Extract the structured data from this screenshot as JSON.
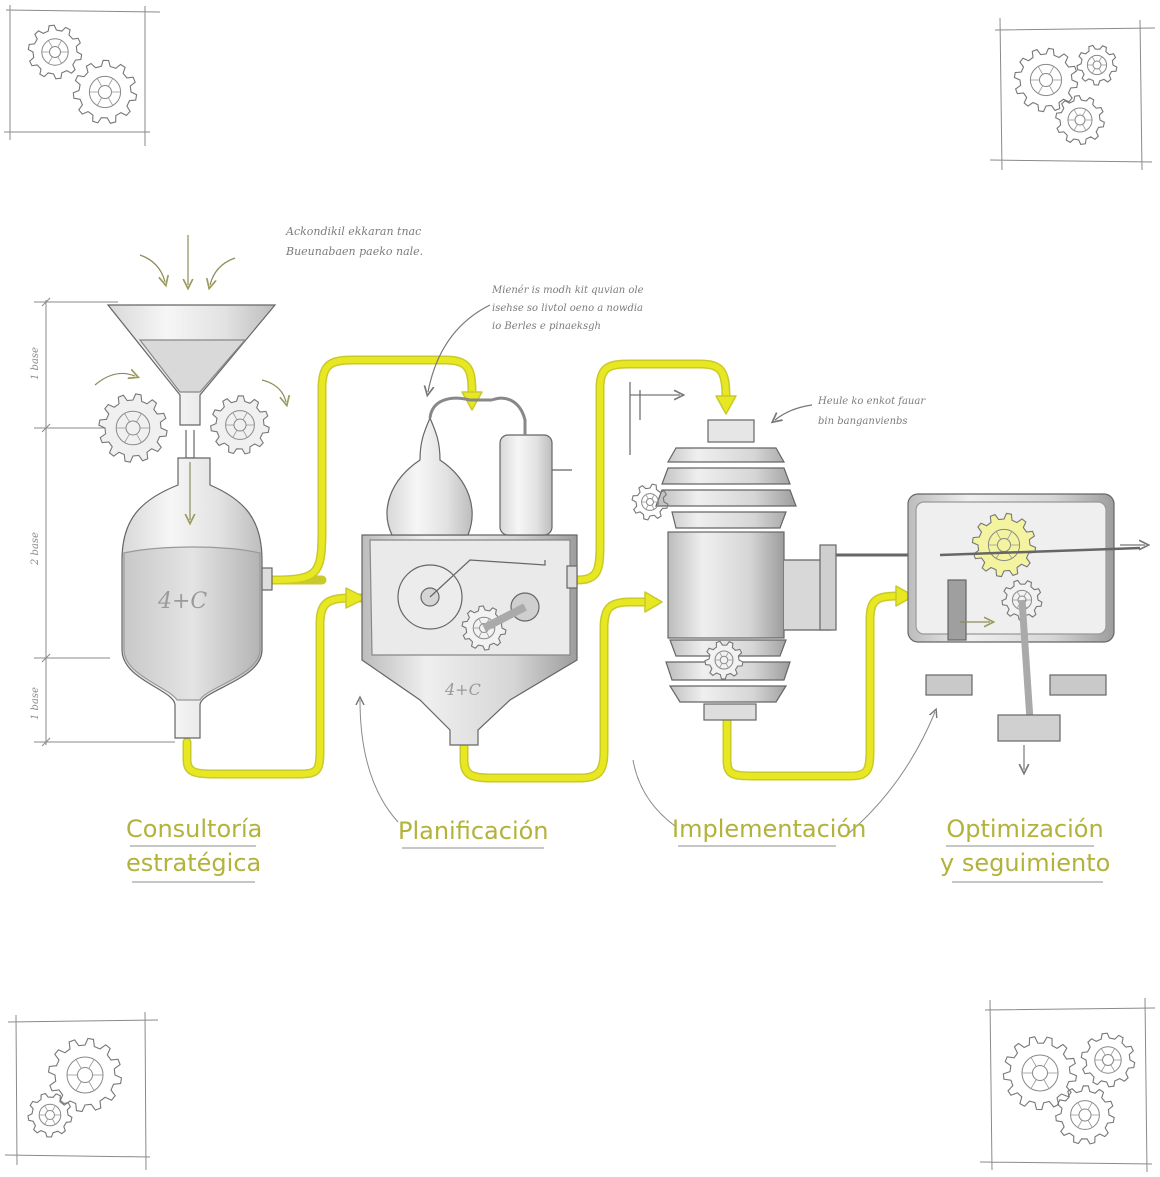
{
  "colors": {
    "pipe": "#e5e51b",
    "pipe_edge": "#c9c92a",
    "sketch": "#8a8a8a",
    "sketch_dark": "#555555",
    "label": "#b3b23a",
    "underline": "#8c8c8c"
  },
  "stages": [
    {
      "lines": [
        "Consultoría",
        "estratégica"
      ]
    },
    {
      "lines": [
        "Planificación"
      ]
    },
    {
      "lines": [
        "Implementación"
      ]
    },
    {
      "lines": [
        "Optimización",
        "y seguimiento"
      ]
    }
  ],
  "notes": {
    "top_left": [
      "Ackondikil ekkaran tnac",
      "Bueunabaen paeko nale."
    ],
    "middle": [
      "Mienér is modh kit quvian ole",
      "isehse so livtol oeno a nowdia",
      "io Berles e pinaeksgh"
    ],
    "right": [
      "Heule ko enkot fauar",
      "bin banganvienbs"
    ]
  },
  "vessel_markings": [
    "4+C",
    "4+C"
  ],
  "icons": [
    "gear-icon",
    "gear-icon",
    "gear-icon",
    "gear-icon"
  ]
}
